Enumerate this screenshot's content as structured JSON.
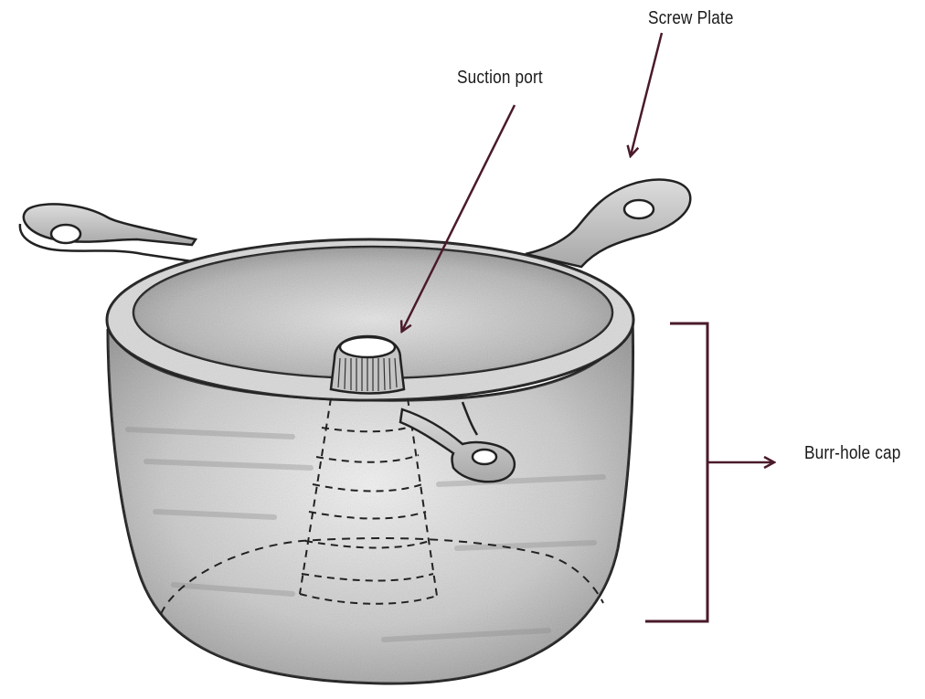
{
  "labels": {
    "screw_plate": "Screw Plate",
    "suction_port": "Suction port",
    "burr_hole_cap": "Burr-hole cap"
  },
  "colors": {
    "arrow": "#4a1a2a",
    "ink": "#222222",
    "shade": "#9a9a9a",
    "background": "#ffffff"
  }
}
